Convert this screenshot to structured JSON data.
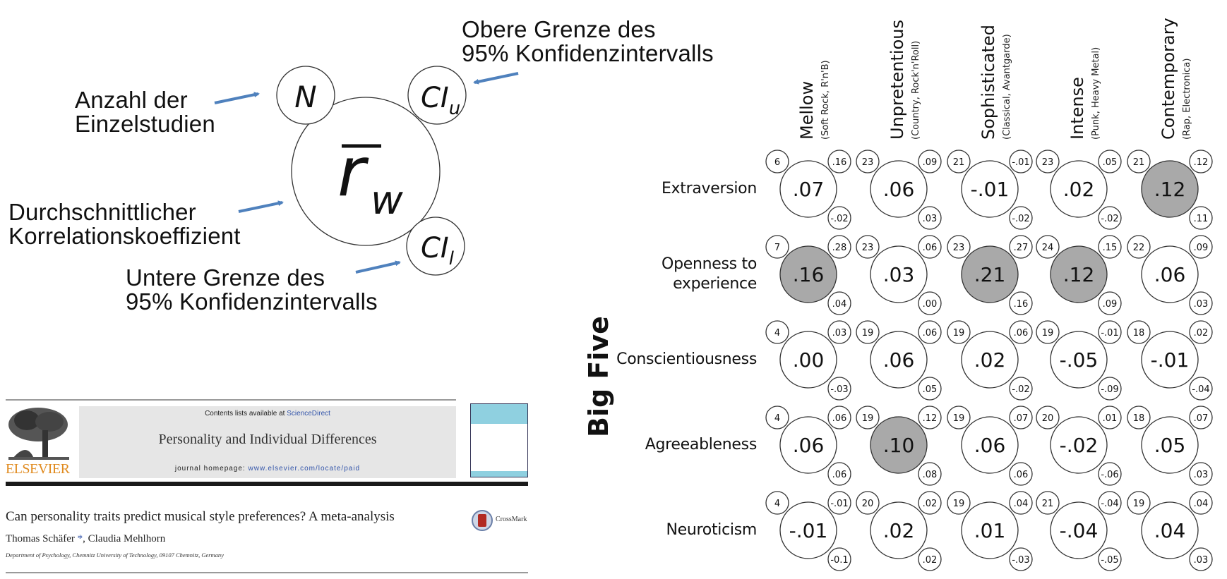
{
  "legend": {
    "center_symbol": "r",
    "center_subscript": "w",
    "n_symbol": "N",
    "ci_upper_symbol": "CI",
    "ci_upper_subscript": "u",
    "ci_lower_symbol": "CI",
    "ci_lower_subscript": "l",
    "label_n_line1": "Anzahl der",
    "label_n_line2": "Einzelstudien",
    "label_upper_line1": "Obere Grenze des",
    "label_upper_line2": "95% Konfidenzintervalls",
    "label_mean_line1": "Durchschnittlicher",
    "label_mean_line2": "Korrelationskoeffizient",
    "label_lower_line1": "Untere Grenze des",
    "label_lower_line2": "95% Konfidenzintervalls",
    "arrow_color": "#4f81bd"
  },
  "paper": {
    "contents_prefix": "Contents lists available at ",
    "contents_link": "ScienceDirect",
    "journal_name": "Personality and Individual Differences",
    "homepage_prefix": "journal homepage: ",
    "homepage_url": "www.elsevier.com/locate/paid",
    "publisher": "ELSEVIER",
    "title": "Can personality traits predict musical style preferences? A meta-analysis",
    "authors": "Thomas Schäfer",
    "author_star": " *",
    "authors_rest": ", Claudia Mehlhorn",
    "affiliation": "Department of Psychology, Chemnitz University of Technology, 09107 Chemnitz, Germany",
    "crossmark_label": "CrossMark"
  },
  "matrix": {
    "row_axis_title": "Big Five",
    "columns": [
      {
        "name": "Mellow",
        "examples": "(Soft Rock, R'n'B)"
      },
      {
        "name": "Unpretentious",
        "examples": "(Country, Rock'n'Roll)"
      },
      {
        "name": "Sophisticated",
        "examples": "(Classical, Avantgarde)"
      },
      {
        "name": "Intense",
        "examples": "(Punk, Heavy Metal)"
      },
      {
        "name": "Contemporary",
        "examples": "(Rap, Electronica)"
      }
    ],
    "rows": [
      {
        "name_line1": "Extraversion",
        "name_line2": ""
      },
      {
        "name_line1": "Openness to",
        "name_line2": "experience"
      },
      {
        "name_line1": "Conscientiousness",
        "name_line2": ""
      },
      {
        "name_line1": "Agreeableness",
        "name_line2": ""
      },
      {
        "name_line1": "Neuroticism",
        "name_line2": ""
      }
    ],
    "highlight_color": "#a9a9a9"
  },
  "chart_data": {
    "type": "table",
    "title": "Big Five personality traits vs. musical style preferences (meta-analytic correlations)",
    "row_labels": [
      "Extraversion",
      "Openness to experience",
      "Conscientiousness",
      "Agreeableness",
      "Neuroticism"
    ],
    "column_labels": [
      "Mellow (Soft Rock, R'n'B)",
      "Unpretentious (Country, Rock'n'Roll)",
      "Sophisticated (Classical, Avantgarde)",
      "Intense (Punk, Heavy Metal)",
      "Contemporary (Rap, Electronica)"
    ],
    "cells": [
      [
        {
          "n": "6",
          "r": ".07",
          "ci_upper": ".16",
          "ci_lower": "-.02",
          "significant": false
        },
        {
          "n": "23",
          "r": ".06",
          "ci_upper": ".09",
          "ci_lower": ".03",
          "significant": false
        },
        {
          "n": "21",
          "r": "-.01",
          "ci_upper": "-.01",
          "ci_lower": "-.02",
          "significant": false
        },
        {
          "n": "23",
          "r": ".02",
          "ci_upper": ".05",
          "ci_lower": "-.02",
          "significant": false
        },
        {
          "n": "21",
          "r": ".12",
          "ci_upper": ".12",
          "ci_lower": ".11",
          "significant": true
        }
      ],
      [
        {
          "n": "7",
          "r": ".16",
          "ci_upper": ".28",
          "ci_lower": ".04",
          "significant": true
        },
        {
          "n": "23",
          "r": ".03",
          "ci_upper": ".06",
          "ci_lower": ".00",
          "significant": false
        },
        {
          "n": "23",
          "r": ".21",
          "ci_upper": ".27",
          "ci_lower": ".16",
          "significant": true
        },
        {
          "n": "24",
          "r": ".12",
          "ci_upper": ".15",
          "ci_lower": ".09",
          "significant": true
        },
        {
          "n": "22",
          "r": ".06",
          "ci_upper": ".09",
          "ci_lower": ".03",
          "significant": false
        }
      ],
      [
        {
          "n": "4",
          "r": ".00",
          "ci_upper": ".03",
          "ci_lower": "-.03",
          "significant": false
        },
        {
          "n": "19",
          "r": ".06",
          "ci_upper": ".06",
          "ci_lower": ".05",
          "significant": false
        },
        {
          "n": "19",
          "r": ".02",
          "ci_upper": ".06",
          "ci_lower": "-.02",
          "significant": false
        },
        {
          "n": "19",
          "r": "-.05",
          "ci_upper": "-.01",
          "ci_lower": "-.09",
          "significant": false
        },
        {
          "n": "18",
          "r": "-.01",
          "ci_upper": ".02",
          "ci_lower": "-.04",
          "significant": false
        }
      ],
      [
        {
          "n": "4",
          "r": ".06",
          "ci_upper": ".06",
          "ci_lower": ".06",
          "significant": false
        },
        {
          "n": "19",
          "r": ".10",
          "ci_upper": ".12",
          "ci_lower": ".08",
          "significant": true
        },
        {
          "n": "19",
          "r": ".06",
          "ci_upper": ".07",
          "ci_lower": ".06",
          "significant": false
        },
        {
          "n": "20",
          "r": "-.02",
          "ci_upper": ".01",
          "ci_lower": "-.06",
          "significant": false
        },
        {
          "n": "18",
          "r": ".05",
          "ci_upper": ".07",
          "ci_lower": ".03",
          "significant": false
        }
      ],
      [
        {
          "n": "4",
          "r": "-.01",
          "ci_upper": "-.01",
          "ci_lower": "-0.1",
          "significant": false
        },
        {
          "n": "20",
          "r": ".02",
          "ci_upper": ".02",
          "ci_lower": ".02",
          "significant": false
        },
        {
          "n": "19",
          "r": ".01",
          "ci_upper": ".04",
          "ci_lower": "-.03",
          "significant": false
        },
        {
          "n": "21",
          "r": "-.04",
          "ci_upper": "-.04",
          "ci_lower": "-.05",
          "significant": false
        },
        {
          "n": "19",
          "r": ".04",
          "ci_upper": ".04",
          "ci_lower": ".03",
          "significant": false
        }
      ]
    ]
  }
}
